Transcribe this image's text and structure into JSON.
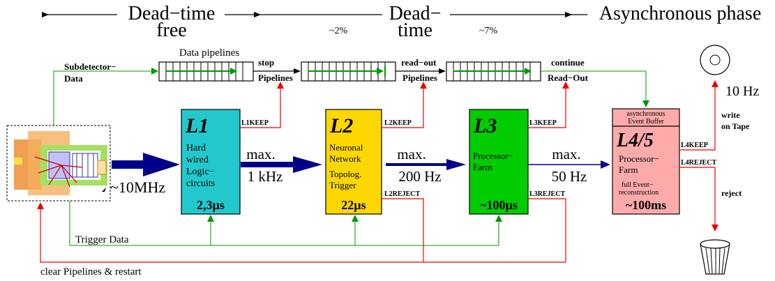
{
  "phases": {
    "deadtime_free_line1": "Dead−time",
    "deadtime_free_line2": "free",
    "deadtime_line1": "Dead−",
    "deadtime_line2": "time",
    "async": "Asynchronous phase",
    "pct_2": "~2%",
    "pct_7": "~7%"
  },
  "pipelines": {
    "title": "Data pipelines",
    "subdetector_line1": "Subdetector−",
    "subdetector_line2": "Data",
    "stop_line1": "stop",
    "stop_line2": "Pipelines",
    "readout_line1": "read−out",
    "readout_line2": "Pipelines",
    "continue_line1": "continue",
    "continue_line2": "Read−Out"
  },
  "rates": {
    "detector": "~10MHz",
    "l1_max": "max.",
    "l1_rate": "1 kHz",
    "l2_max": "max.",
    "l2_rate": "200 Hz",
    "l3_max": "max.",
    "l3_rate": "50 Hz",
    "tape": "10 Hz"
  },
  "levels": {
    "l1": {
      "name": "L1",
      "d1": "Hard",
      "d2": "wired",
      "d3": "Logic−",
      "d4": "circuits",
      "time": "2,3µs",
      "keep": "L1KEEP"
    },
    "l2": {
      "name": "L2",
      "d1": "Neuronal",
      "d2": "Network",
      "d3": "Topolog.",
      "d4": "Trigger",
      "time": "22µs",
      "keep": "L2KEEP",
      "reject": "L2REJECT"
    },
    "l3": {
      "name": "L3",
      "d1": "Processor−",
      "d2": "Farm",
      "time": "~100µs",
      "keep": "L3KEEP",
      "reject": "L3REJECT"
    },
    "l4": {
      "name": "L4/5",
      "buf1": "asynchronous",
      "buf2": "Event Buffer",
      "d1": "Processor−",
      "d2": "Farm",
      "d3": "full Event−",
      "d4": "reconstruction",
      "time": "~100ms",
      "keep": "L4KEEP",
      "reject": "L4REJECT"
    }
  },
  "output": {
    "write_line1": "write",
    "write_line2": "on Tape",
    "reject": "reject"
  },
  "feedback": {
    "trigger_data": "Trigger Data",
    "clear": "clear Pipelines & restart"
  },
  "colors": {
    "l1": "#22c8cc",
    "l2": "#ffd700",
    "l3": "#00cc00",
    "l4": "#ffaaaa",
    "navy": "#00008b",
    "green": "#009900",
    "red": "#ee0000"
  }
}
